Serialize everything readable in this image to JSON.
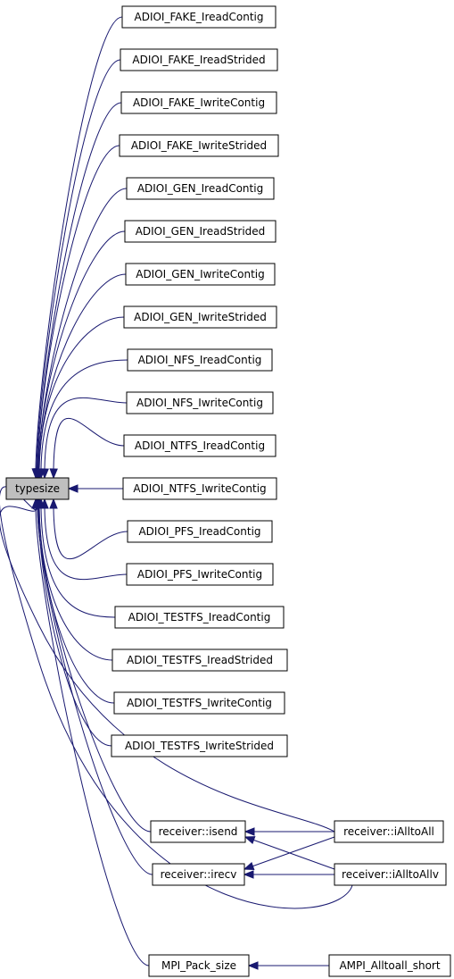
{
  "diagram": {
    "root": {
      "id": "typesize",
      "label": "typesize"
    },
    "nodes": [
      {
        "id": "n1",
        "label": "ADIOI_FAKE_IreadContig"
      },
      {
        "id": "n2",
        "label": "ADIOI_FAKE_IreadStrided"
      },
      {
        "id": "n3",
        "label": "ADIOI_FAKE_IwriteContig"
      },
      {
        "id": "n4",
        "label": "ADIOI_FAKE_IwriteStrided"
      },
      {
        "id": "n5",
        "label": "ADIOI_GEN_IreadContig"
      },
      {
        "id": "n6",
        "label": "ADIOI_GEN_IreadStrided"
      },
      {
        "id": "n7",
        "label": "ADIOI_GEN_IwriteContig"
      },
      {
        "id": "n8",
        "label": "ADIOI_GEN_IwriteStrided"
      },
      {
        "id": "n9",
        "label": "ADIOI_NFS_IreadContig"
      },
      {
        "id": "n10",
        "label": "ADIOI_NFS_IwriteContig"
      },
      {
        "id": "n11",
        "label": "ADIOI_NTFS_IreadContig"
      },
      {
        "id": "n12",
        "label": "ADIOI_NTFS_IwriteContig"
      },
      {
        "id": "n13",
        "label": "ADIOI_PFS_IreadContig"
      },
      {
        "id": "n14",
        "label": "ADIOI_PFS_IwriteContig"
      },
      {
        "id": "n15",
        "label": "ADIOI_TESTFS_IreadContig"
      },
      {
        "id": "n16",
        "label": "ADIOI_TESTFS_IreadStrided"
      },
      {
        "id": "n17",
        "label": "ADIOI_TESTFS_IwriteContig"
      },
      {
        "id": "n18",
        "label": "ADIOI_TESTFS_IwriteStrided"
      },
      {
        "id": "isend",
        "label": "receiver::isend"
      },
      {
        "id": "irecv",
        "label": "receiver::irecv"
      },
      {
        "id": "pack",
        "label": "MPI_Pack_size"
      },
      {
        "id": "ialltoall",
        "label": "receiver::iAlltoAll"
      },
      {
        "id": "ialltoallv",
        "label": "receiver::iAlltoAllv"
      },
      {
        "id": "ampi",
        "label": "AMPI_Alltoall_short"
      }
    ],
    "edges": [
      {
        "from": "n1",
        "to": "typesize"
      },
      {
        "from": "n2",
        "to": "typesize"
      },
      {
        "from": "n3",
        "to": "typesize"
      },
      {
        "from": "n4",
        "to": "typesize"
      },
      {
        "from": "n5",
        "to": "typesize"
      },
      {
        "from": "n6",
        "to": "typesize"
      },
      {
        "from": "n7",
        "to": "typesize"
      },
      {
        "from": "n8",
        "to": "typesize"
      },
      {
        "from": "n9",
        "to": "typesize"
      },
      {
        "from": "n10",
        "to": "typesize"
      },
      {
        "from": "n11",
        "to": "typesize"
      },
      {
        "from": "n12",
        "to": "typesize"
      },
      {
        "from": "n13",
        "to": "typesize"
      },
      {
        "from": "n14",
        "to": "typesize"
      },
      {
        "from": "n15",
        "to": "typesize"
      },
      {
        "from": "n16",
        "to": "typesize"
      },
      {
        "from": "n17",
        "to": "typesize"
      },
      {
        "from": "n18",
        "to": "typesize"
      },
      {
        "from": "isend",
        "to": "typesize"
      },
      {
        "from": "irecv",
        "to": "typesize"
      },
      {
        "from": "ialltoall",
        "to": "typesize"
      },
      {
        "from": "ialltoallv",
        "to": "typesize"
      },
      {
        "from": "pack",
        "to": "typesize"
      },
      {
        "from": "ialltoall",
        "to": "isend"
      },
      {
        "from": "ialltoall",
        "to": "irecv"
      },
      {
        "from": "ialltoallv",
        "to": "isend"
      },
      {
        "from": "ialltoallv",
        "to": "irecv"
      },
      {
        "from": "ampi",
        "to": "pack"
      }
    ],
    "colors": {
      "edge": "#191970",
      "root_fill": "#bfbfbf",
      "node_fill": "#ffffff",
      "node_border": "#000000"
    }
  }
}
